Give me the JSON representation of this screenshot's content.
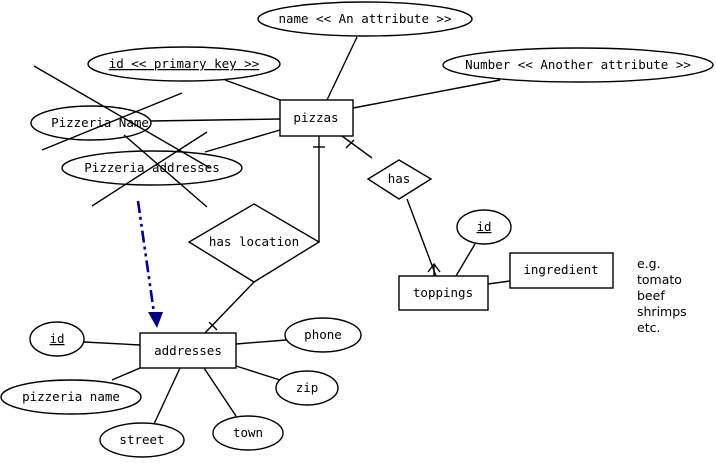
{
  "entities": {
    "pizzas": "pizzas",
    "addresses": "addresses",
    "toppings": "toppings",
    "ingredient": "ingredient"
  },
  "attributes": {
    "pizzas_name": "name << An attribute >>",
    "pizzas_id": "id << primary key >>",
    "pizzas_number": "Number << Another attribute >>",
    "pizzeria_name_crossed": "Pizzeria Name",
    "pizzeria_addresses_crossed": "Pizzeria addresses",
    "toppings_id": "id",
    "addresses_id": "id",
    "phone": "phone",
    "zip": "zip",
    "town": "town",
    "street": "street",
    "pizzeria_name": "pizzeria name"
  },
  "relationships": {
    "has": "has",
    "has_location": "has location"
  },
  "example_note": [
    "e.g.",
    "tomato",
    "beef",
    "shrimps",
    "etc."
  ]
}
